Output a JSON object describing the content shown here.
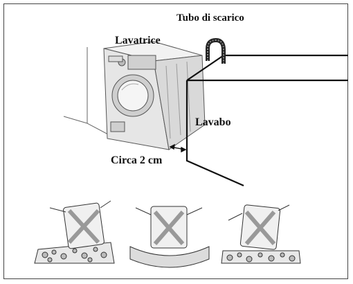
{
  "labels": {
    "drain_hose": "Tubo di scarico",
    "washing_machine": "Lavatrice",
    "sink": "Lavabo",
    "distance": "Circa 2 cm"
  }
}
